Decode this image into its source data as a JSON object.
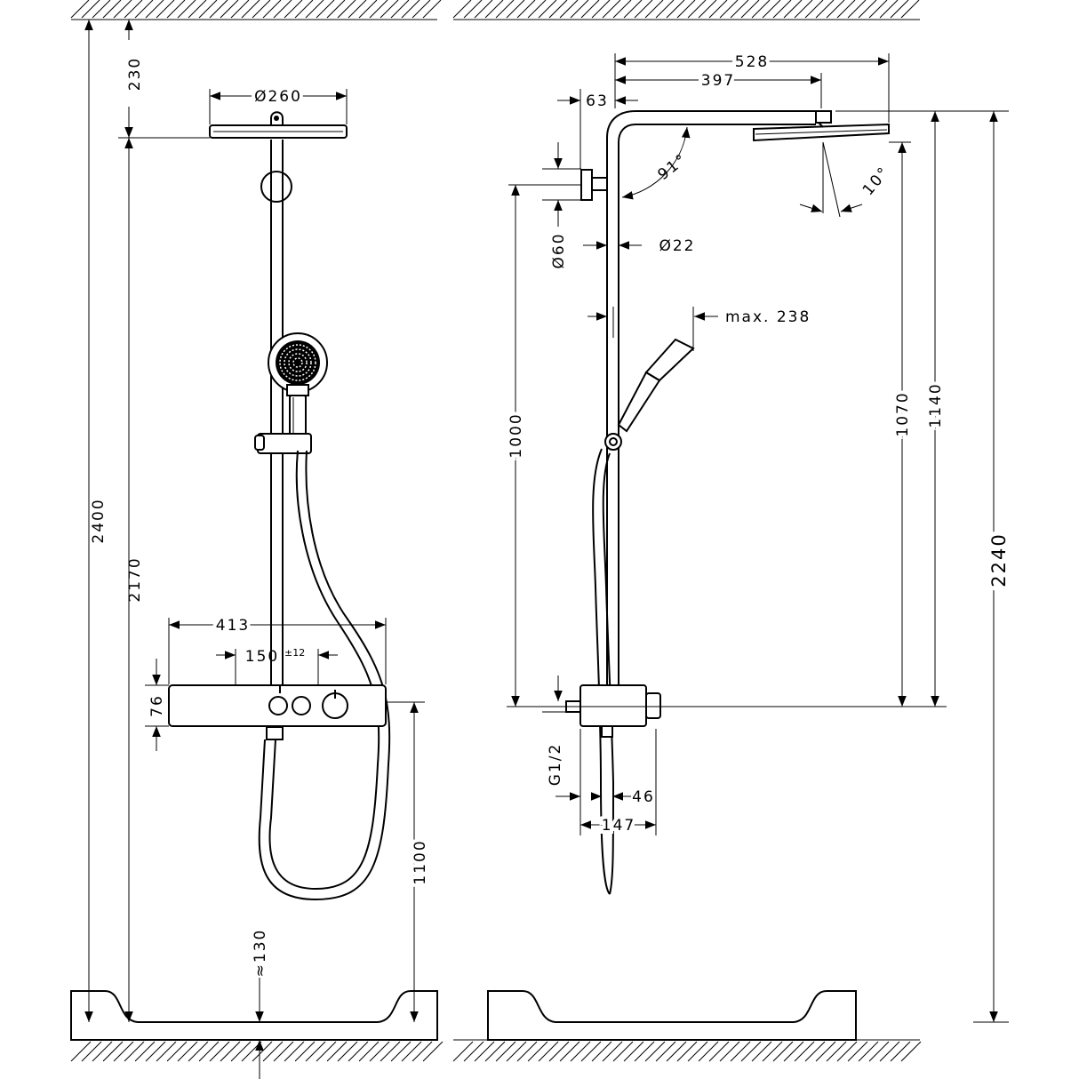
{
  "front_view": {
    "dims": {
      "total_height": "2400",
      "head_above_ceiling_offset": "230",
      "head_height": "2170",
      "head_diameter": "Ø260",
      "thermostat_width": "413",
      "connection_spacing": "150",
      "connection_spacing_tol": "±12",
      "thermostat_height": "76",
      "thermostat_height_from_floor": "1100",
      "tray_depth": "≈130"
    }
  },
  "side_view": {
    "dims": {
      "arm_reach": "528",
      "arm_to_head_center": "397",
      "wall_to_pipe": "63",
      "arm_angle": "91°",
      "head_tilt": "10°",
      "wall_bracket_diameter": "Ø60",
      "pipe_diameter": "Ø22",
      "handshower_reach": "max. 238",
      "bracket_to_thermostat": "1000",
      "head_to_thermostat": "1070",
      "arm_to_thermostat": "1140",
      "overall_height": "2240",
      "thread": "G1/2",
      "thermostat_depth": "46",
      "connection_depth": "147"
    }
  }
}
